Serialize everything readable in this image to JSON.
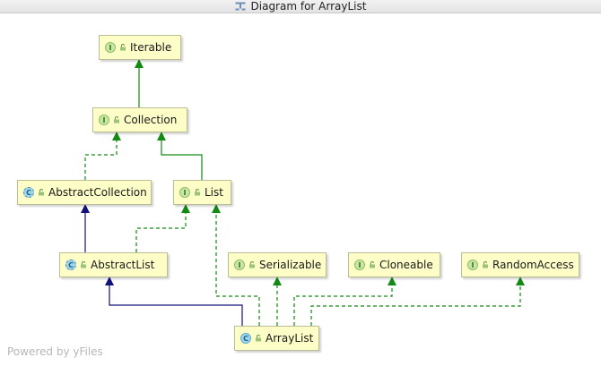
{
  "window": {
    "title": "Diagram for ArrayList",
    "watermark": "Powered by yFiles"
  },
  "colors": {
    "node_fill": "#fdfdc8",
    "node_border": "#bdbd95",
    "implements_edge": "#138a13",
    "extends_edge": "#111177"
  },
  "nodes": [
    {
      "id": "iterable",
      "kind": "interface",
      "badge": "I",
      "label": "Iterable"
    },
    {
      "id": "collection",
      "kind": "interface",
      "badge": "I",
      "label": "Collection"
    },
    {
      "id": "abstractcollection",
      "kind": "abstract-class",
      "badge": "C",
      "label": "AbstractCollection"
    },
    {
      "id": "list",
      "kind": "interface",
      "badge": "I",
      "label": "List"
    },
    {
      "id": "abstractlist",
      "kind": "abstract-class",
      "badge": "C",
      "label": "AbstractList"
    },
    {
      "id": "serializable",
      "kind": "interface",
      "badge": "I",
      "label": "Serializable"
    },
    {
      "id": "cloneable",
      "kind": "interface",
      "badge": "I",
      "label": "Cloneable"
    },
    {
      "id": "randomaccess",
      "kind": "interface",
      "badge": "I",
      "label": "RandomAccess"
    },
    {
      "id": "arraylist",
      "kind": "class",
      "badge": "C",
      "label": "ArrayList"
    }
  ],
  "edges": [
    {
      "from": "collection",
      "to": "iterable",
      "style": "interface-extends"
    },
    {
      "from": "abstractcollection",
      "to": "collection",
      "style": "implements"
    },
    {
      "from": "list",
      "to": "collection",
      "style": "interface-extends"
    },
    {
      "from": "abstractlist",
      "to": "abstractcollection",
      "style": "extends"
    },
    {
      "from": "abstractlist",
      "to": "list",
      "style": "implements"
    },
    {
      "from": "arraylist",
      "to": "abstractlist",
      "style": "extends"
    },
    {
      "from": "arraylist",
      "to": "list",
      "style": "implements"
    },
    {
      "from": "arraylist",
      "to": "serializable",
      "style": "implements"
    },
    {
      "from": "arraylist",
      "to": "cloneable",
      "style": "implements"
    },
    {
      "from": "arraylist",
      "to": "randomaccess",
      "style": "implements"
    }
  ]
}
